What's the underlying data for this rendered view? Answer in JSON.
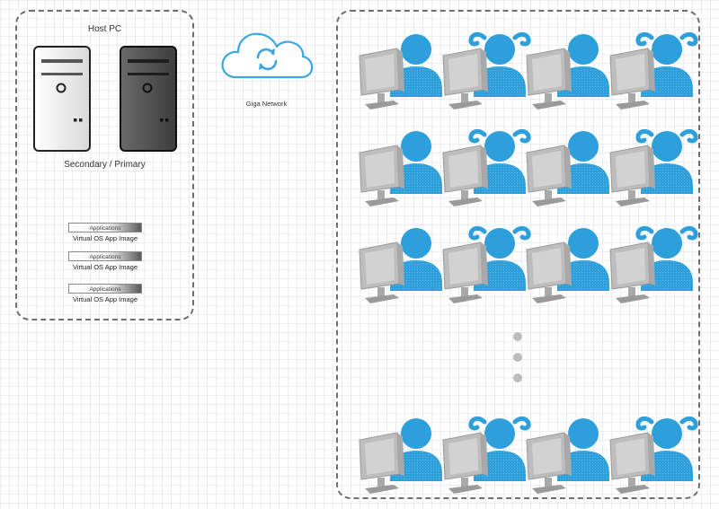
{
  "host": {
    "title": "Host PC",
    "subtitle": "Secondary / Primary",
    "servers": [
      {
        "name": "secondary",
        "style": "light"
      },
      {
        "name": "primary",
        "style": "dark"
      }
    ],
    "apps": [
      {
        "bar_label": "Applications",
        "image_label": "Virtual OS App Image"
      },
      {
        "bar_label": "Applications",
        "image_label": "Virtual OS App Image"
      },
      {
        "bar_label": "Applications",
        "image_label": "Virtual OS App Image"
      }
    ]
  },
  "network": {
    "label": "Giga Network",
    "icon": "cloud-sync-icon"
  },
  "clients": {
    "columns": [
      "male",
      "female",
      "male",
      "female"
    ],
    "rows": 4,
    "continuation": "vertical-ellipsis",
    "icons": {
      "male": "male-user-icon",
      "female": "female-user-icon",
      "monitor": "monitor-icon"
    }
  },
  "colors": {
    "user": "#2d9fdb",
    "monitor": "#bdbdbd",
    "cloud_stroke": "#3ba7e1",
    "server_light": "#f5f5f5",
    "server_dark": "#555555",
    "border": "#6f6f6f"
  }
}
